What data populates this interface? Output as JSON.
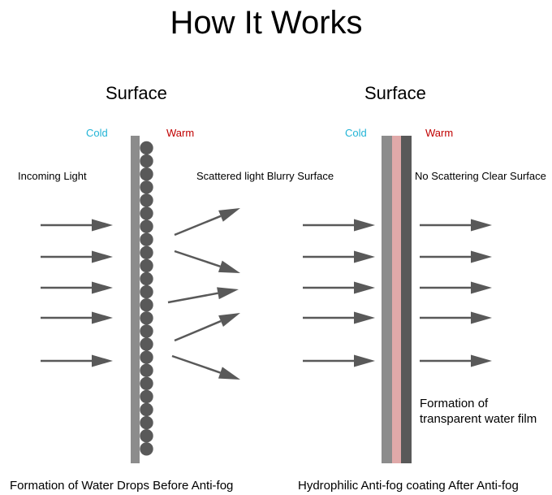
{
  "title": "How It Works",
  "left_panel": {
    "surface_label": "Surface",
    "cold_label": "Cold",
    "warm_label": "Warm",
    "incoming_label": "Incoming Light",
    "scattered_label": "Scattered light Blurry Surface",
    "caption": "Formation of Water Drops Before Anti-fog"
  },
  "right_panel": {
    "surface_label": "Surface",
    "cold_label": "Cold",
    "warm_label": "Warm",
    "clear_label": "No Scattering Clear Surface",
    "film_label_line1": "Formation of",
    "film_label_line2": "transparent water film",
    "caption": "Hydrophilic Anti-fog coating After Anti-fog"
  },
  "colors": {
    "cold": "#22b4d6",
    "warm": "#c00000",
    "arrow": "#595959",
    "glass": "#8c8c8c",
    "film": "#e0a9a9",
    "coating": "#595959",
    "drop": "#595959"
  }
}
